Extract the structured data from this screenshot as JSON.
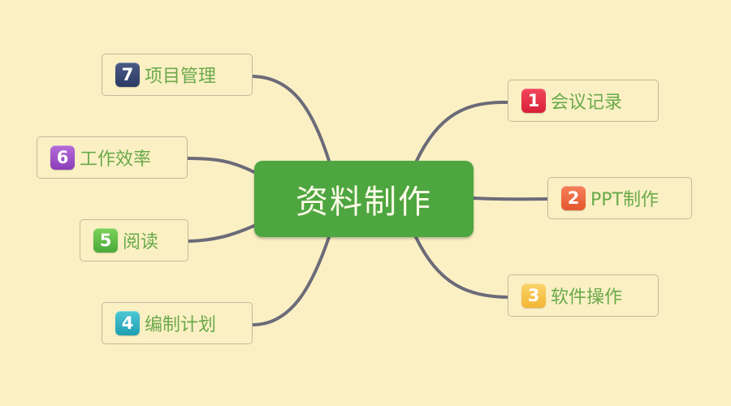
{
  "center": {
    "label": "资料制作"
  },
  "branches": [
    {
      "num": "1",
      "label": "会议记录",
      "color": "#e0283f"
    },
    {
      "num": "2",
      "label": "PPT制作",
      "color": "#ec6a43"
    },
    {
      "num": "3",
      "label": "软件操作",
      "color": "#f6c04a"
    },
    {
      "num": "4",
      "label": "编制计划",
      "color": "#2bb0c2"
    },
    {
      "num": "5",
      "label": "阅读",
      "color": "#5cbf45"
    },
    {
      "num": "6",
      "label": "工作效率",
      "color": "#9c4fc8"
    },
    {
      "num": "7",
      "label": "项目管理",
      "color": "#33416c"
    }
  ],
  "colors": {
    "background": "#fbf0c4",
    "center": "#4ea640",
    "connector": "#6b6b78",
    "label_text": "#6aa94a"
  }
}
